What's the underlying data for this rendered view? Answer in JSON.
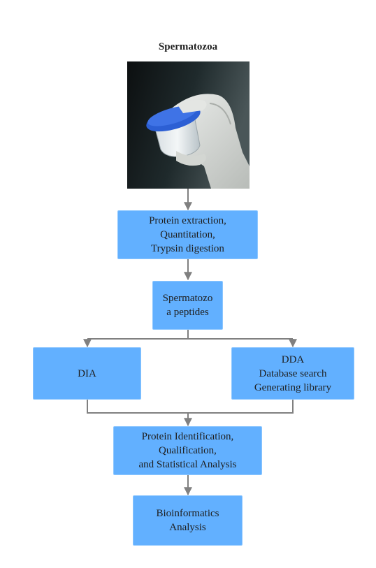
{
  "title": "Spermatozoa",
  "photo": {
    "icon": "sample-container-in-gloved-hand-photo"
  },
  "colors": {
    "box_fill": "#62b0ff",
    "box_border": "#8cc6ff",
    "arrow": "#808080"
  },
  "steps": {
    "extraction": {
      "lines": [
        "Protein extraction,",
        "Quantitation,",
        "Trypsin digestion"
      ]
    },
    "peptides": {
      "lines": [
        "Spermatozo",
        "a peptides"
      ]
    },
    "dia": {
      "lines": [
        "DIA"
      ]
    },
    "dda": {
      "lines": [
        "DDA",
        "Database search",
        "Generating library"
      ]
    },
    "identification": {
      "lines": [
        "Protein Identification,",
        "Qualification,",
        "and Statistical Analysis"
      ]
    },
    "bioinformatics": {
      "lines": [
        "Bioinformatics",
        "Analysis"
      ]
    }
  }
}
